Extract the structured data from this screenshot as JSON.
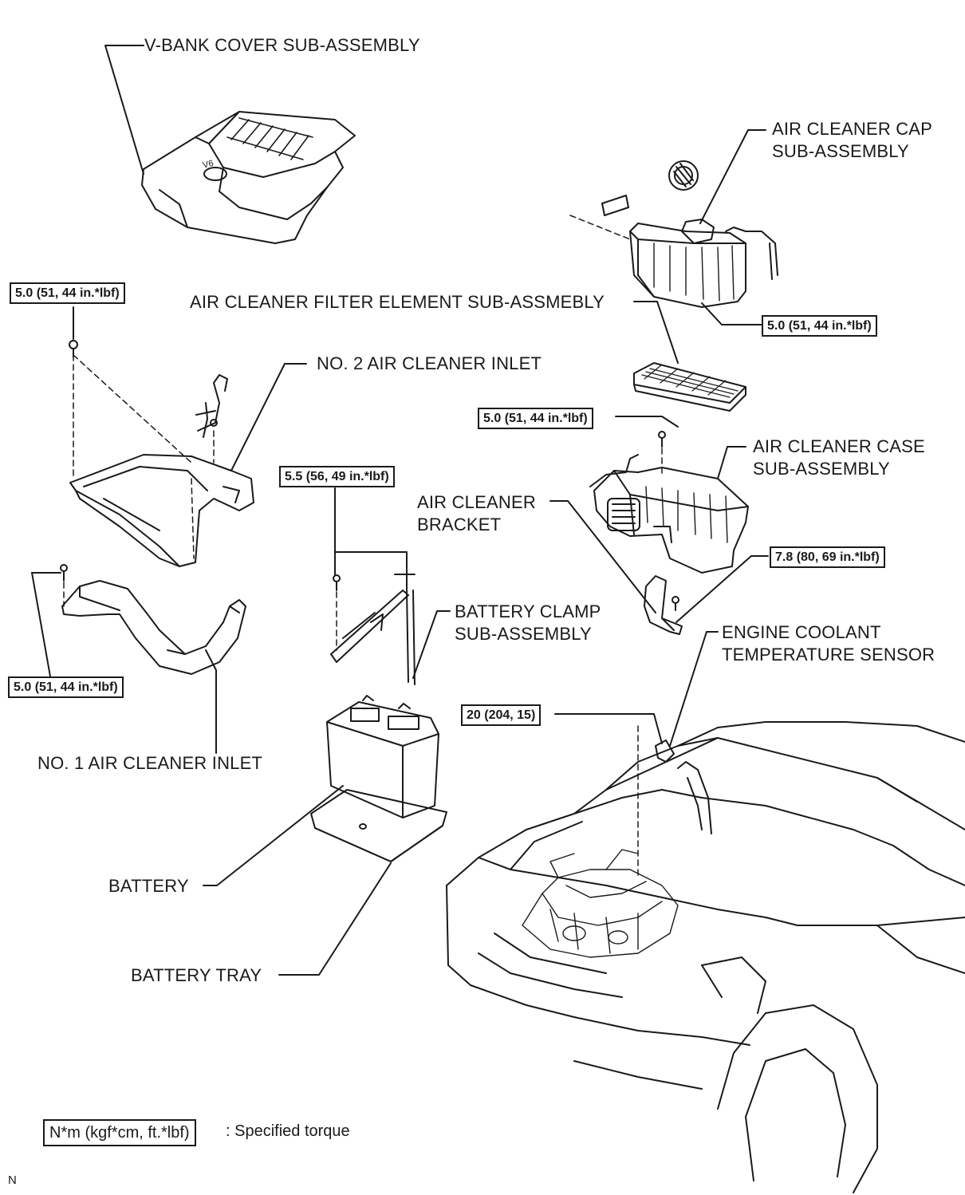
{
  "labels": {
    "vbank": "V-BANK COVER SUB-ASSEMBLY",
    "cap": "AIR CLEANER CAP\nSUB-ASSEMBLY",
    "filter": "AIR CLEANER FILTER ELEMENT SUB-ASSMEBLY",
    "no2": "NO. 2 AIR CLEANER INLET",
    "case": "AIR CLEANER CASE\nSUB-ASSEMBLY",
    "bracket": "AIR CLEANER\nBRACKET",
    "clamp": "BATTERY CLAMP\nSUB-ASSEMBLY",
    "sensor": "ENGINE COOLANT\nTEMPERATURE SENSOR",
    "no1": "NO. 1 AIR CLEANER INLET",
    "battery": "BATTERY",
    "tray": "BATTERY TRAY"
  },
  "torques": {
    "t1": "5.0 (51, 44 in.*lbf)",
    "t2": "5.0 (51, 44 in.*lbf)",
    "t3": "5.0 (51, 44 in.*lbf)",
    "t4": "5.5 (56, 49 in.*lbf)",
    "t5": "5.0 (51, 44 in.*lbf)",
    "t6": "7.8 (80, 69 in.*lbf)",
    "t7": "20 (204, 15)"
  },
  "legend": {
    "box": "N*m (kgf*cm, ft.*lbf)",
    "text": ": Specified torque"
  },
  "corner_mark": "N"
}
